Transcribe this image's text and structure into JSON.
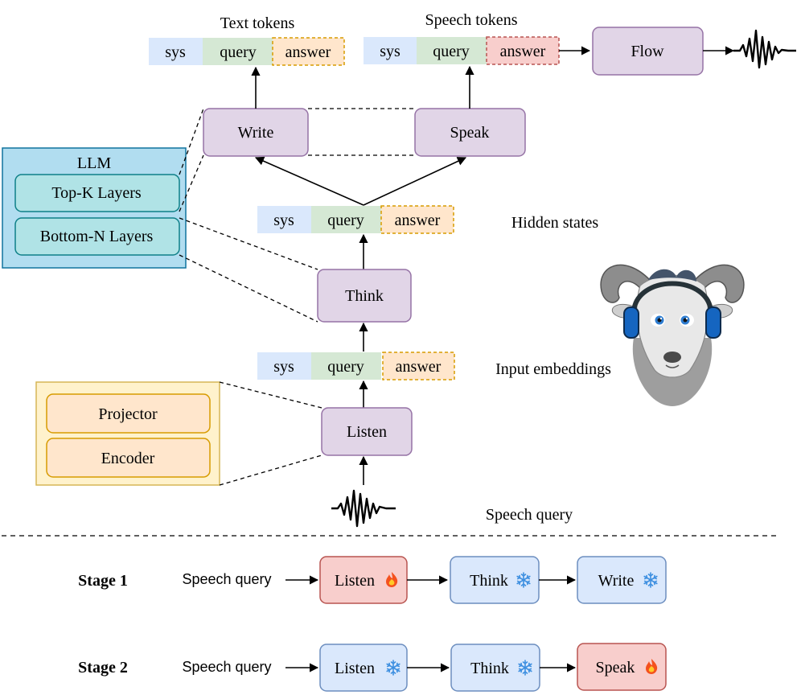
{
  "labels": {
    "text_tokens": "Text tokens",
    "speech_tokens": "Speech tokens",
    "hidden_states": "Hidden states",
    "input_embeddings": "Input embeddings",
    "speech_query": "Speech query"
  },
  "tokens": {
    "sys": "sys",
    "query": "query",
    "answer": "answer"
  },
  "modules": {
    "write": "Write",
    "speak": "Speak",
    "think": "Think",
    "listen": "Listen",
    "flow": "Flow"
  },
  "llm": {
    "title": "LLM",
    "top": "Top-K Layers",
    "bottom": "Bottom-N Layers"
  },
  "encoder_block": {
    "projector": "Projector",
    "encoder": "Encoder"
  },
  "stages": [
    {
      "label": "Stage 1",
      "input": "Speech query",
      "steps": [
        {
          "name": "Listen",
          "state": "trained"
        },
        {
          "name": "Think",
          "state": "frozen"
        },
        {
          "name": "Write",
          "state": "frozen"
        }
      ]
    },
    {
      "label": "Stage 2",
      "input": "Speech query",
      "steps": [
        {
          "name": "Listen",
          "state": "frozen"
        },
        {
          "name": "Think",
          "state": "frozen"
        },
        {
          "name": "Speak",
          "state": "trained"
        }
      ]
    }
  ],
  "colors": {
    "sys_bg": "#dae8fc",
    "query_bg": "#d5e8d4",
    "answer_bg": "#ffe6cc",
    "answer_border": "#d79b00",
    "speech_answer_bg": "#f8cecc",
    "speech_answer_border": "#b85450",
    "module_bg": "#e1d5e7",
    "module_border": "#9673a6",
    "llm_bg": "#b1ddf0",
    "llm_border": "#10739e",
    "layer_bg": "#b0e3e6",
    "layer_border": "#0e8088",
    "enc_bg": "#fff2cc",
    "enc_border": "#d6b656",
    "enc_item_bg": "#ffe6cc",
    "enc_item_border": "#d79b00",
    "trained_bg": "#f8cecc",
    "trained_border": "#b85450",
    "frozen_bg": "#dae8fc",
    "frozen_border": "#6c8ebf"
  },
  "icons": {
    "trained": "fire-icon",
    "frozen": "snowflake-icon",
    "mascot": "goat-headphones-icon",
    "wave": "waveform-icon"
  }
}
